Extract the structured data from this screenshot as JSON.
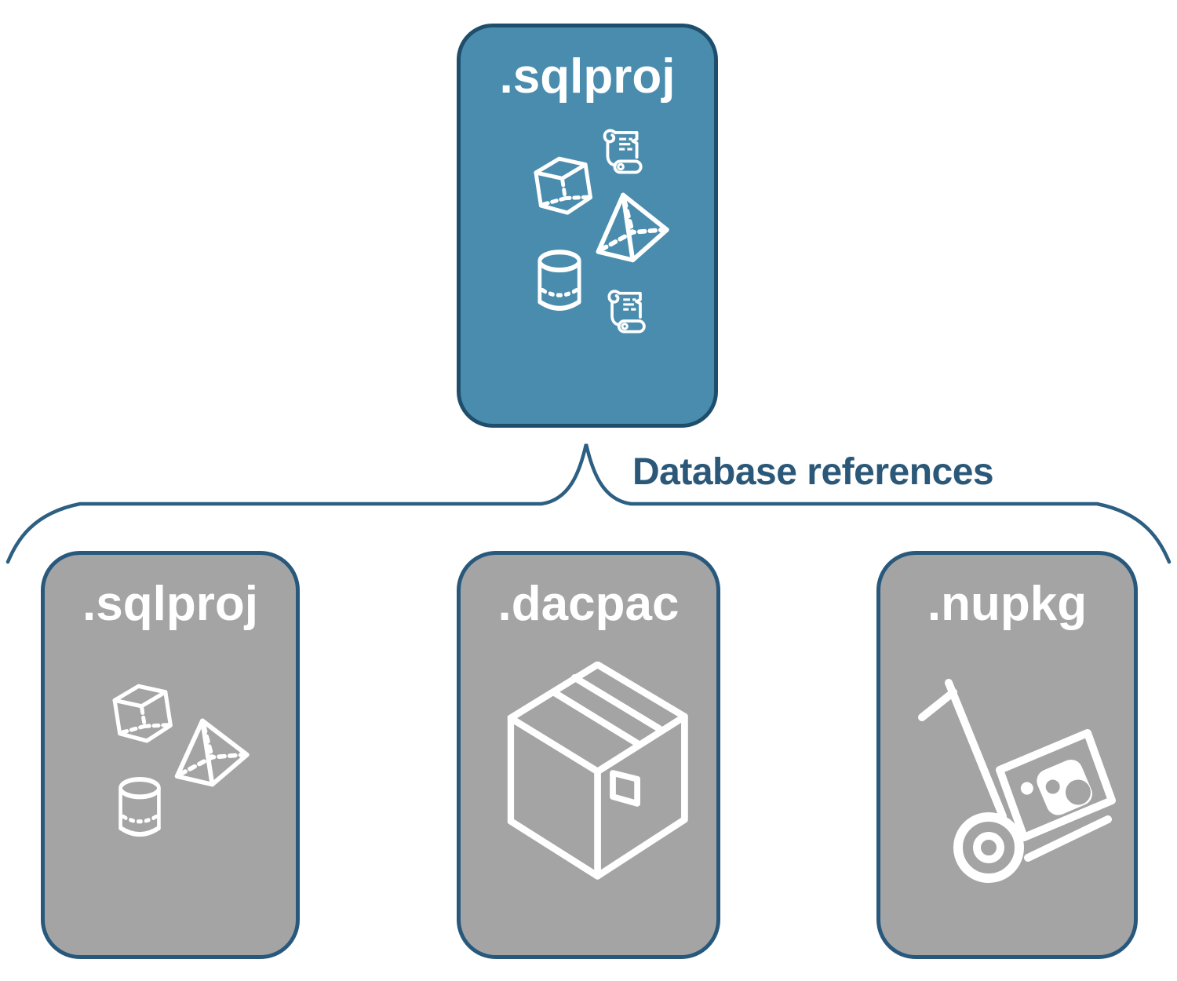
{
  "theme": {
    "background": "#ffffff",
    "root_fill": "#4a8cad",
    "root_border": "#1f4e6c",
    "child_fill": "#a4a4a4",
    "child_border": "#28587b",
    "connector_color": "#2c5f82",
    "caption_color": "#2b5878",
    "label_color": "#ffffff"
  },
  "root_node": {
    "label": ".sqlproj",
    "icons": [
      "cube-icon",
      "scroll-icon",
      "pyramid-icon",
      "cylinder-icon",
      "scroll-icon"
    ]
  },
  "connector": {
    "caption": "Database references",
    "shape": "upward-curly-brace"
  },
  "child_nodes": [
    {
      "label": ".sqlproj",
      "icons": [
        "cube-icon",
        "pyramid-icon",
        "cylinder-icon"
      ]
    },
    {
      "label": ".dacpac",
      "icons": [
        "package-box-icon"
      ]
    },
    {
      "label": ".nupkg",
      "icons": [
        "hand-truck-icon",
        "nuget-logo"
      ]
    }
  ]
}
